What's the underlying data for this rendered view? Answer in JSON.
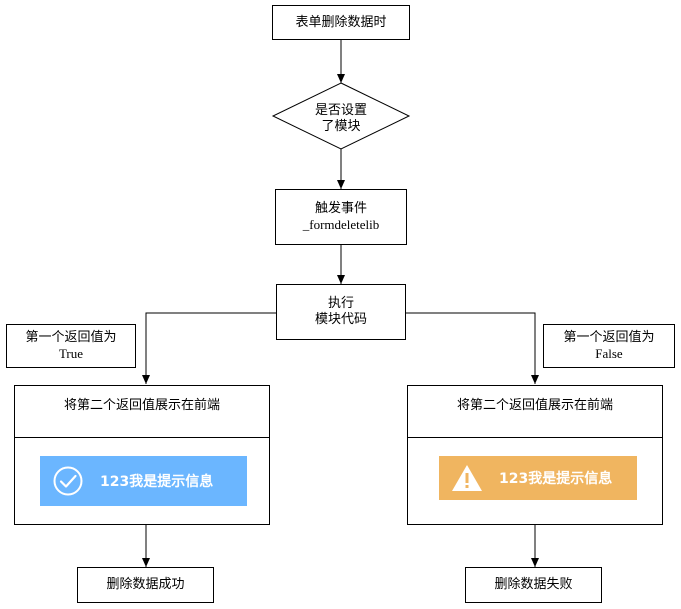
{
  "nodes": {
    "start": "表单删除数据时",
    "decision": [
      "是否设置",
      "了模块"
    ],
    "trigger": [
      "触发事件",
      "_formdeletelib"
    ],
    "execute": [
      "执行",
      "模块代码"
    ],
    "left_condition": [
      "第一个返回值为",
      "True"
    ],
    "right_condition": [
      "第一个返回值为",
      "False"
    ],
    "left_panel_title": "将第二个返回值展示在前端",
    "right_panel_title": "将第二个返回值展示在前端",
    "left_result": "删除数据成功",
    "right_result": "删除数据失败"
  },
  "toasts": {
    "success": {
      "message": "123我是提示信息",
      "icon": "check-circle-icon",
      "color": "#6bb6ff"
    },
    "warning": {
      "message": "123我是提示信息",
      "icon": "warning-triangle-icon",
      "color": "#f0b560"
    }
  }
}
